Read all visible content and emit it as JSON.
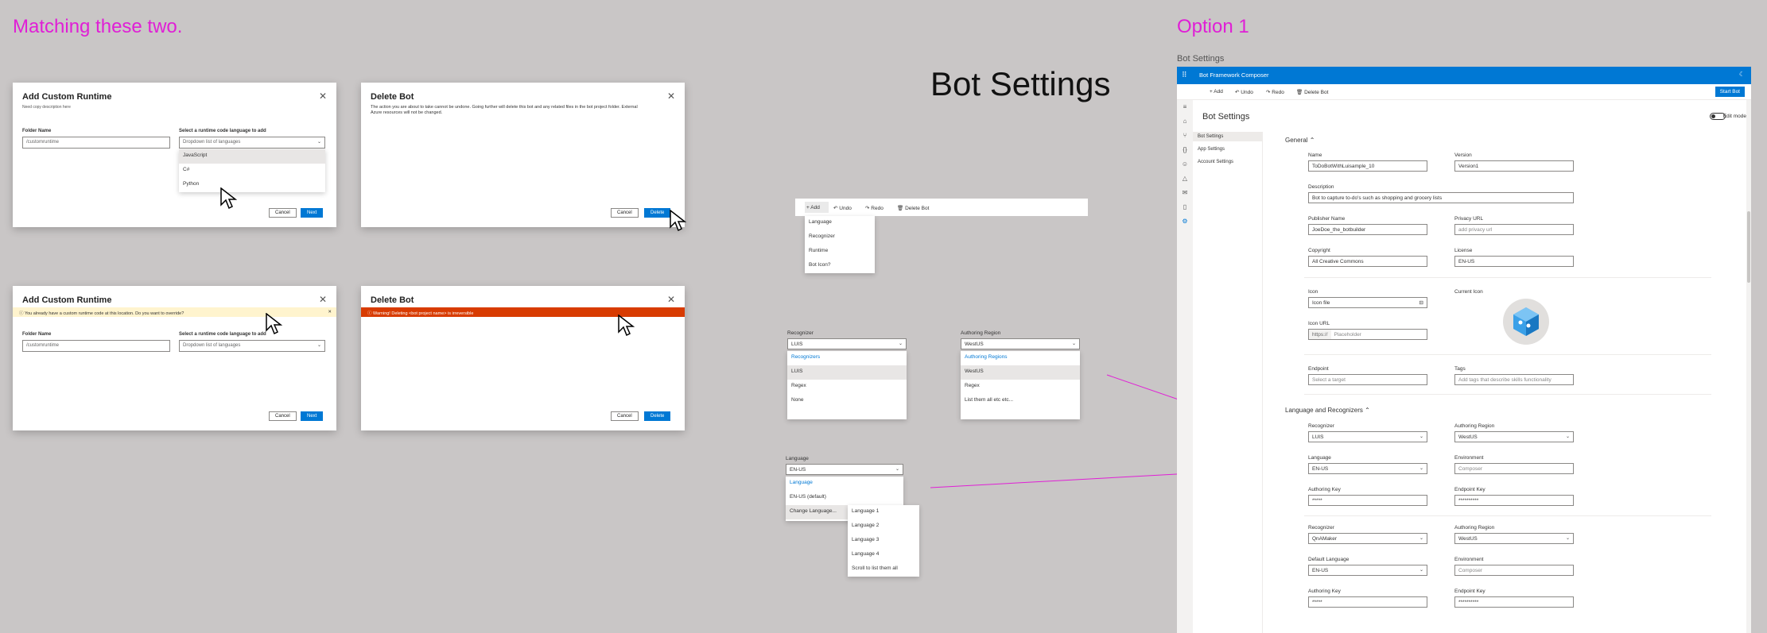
{
  "headings": {
    "left": "Matching these two.",
    "center": "Bot Settings",
    "right": "Option 1",
    "right_caption": "Bot Settings"
  },
  "colors": {
    "accent": "#0078d4",
    "annotation": "#e01fd6",
    "warning_bg": "#fff4ce",
    "error_bg": "#d83b01"
  },
  "dlg1": {
    "title": "Add Custom Runtime",
    "subtitle": "Need copy description here",
    "folder_label": "Folder Name",
    "folder_value": "/customruntime",
    "lang_label": "Select a runtime code language to add",
    "lang_value": "Dropdown list of languages",
    "options": [
      "JavaScript",
      "C#",
      "Python"
    ],
    "cancel": "Cancel",
    "next": "Next"
  },
  "dlg2": {
    "title": "Delete Bot",
    "body": "The action you are about to take cannot be undone. Going further will delete this bot and any related files in the bot project folder. External Azure resources will not be changed.",
    "cancel": "Cancel",
    "delete": "Delete"
  },
  "dlg3": {
    "title": "Add Custom Runtime",
    "warning": "You already have a custom runtime code at this location. Do you want to override?",
    "folder_label": "Folder Name",
    "folder_value": "/customruntime",
    "lang_label": "Select a runtime code language to add",
    "lang_value": "Dropdown list of languages",
    "cancel": "Cancel",
    "next": "Next"
  },
  "dlg4": {
    "title": "Delete Bot",
    "error": "Warning! Deleting <bot project name> is irreversible",
    "cancel": "Cancel",
    "delete": "Delete"
  },
  "mid_toolbar": {
    "add": "Add",
    "undo": "Undo",
    "redo": "Redo",
    "delete_bot": "Delete Bot",
    "add_menu": [
      "Language",
      "Recognizer",
      "Runtime",
      "Bot Icon?"
    ]
  },
  "recognizer_dd": {
    "label": "Recognizer",
    "value": "LUIS",
    "header": "Recognizers",
    "items": [
      "LUIS",
      "Regex",
      "None"
    ]
  },
  "region_dd": {
    "label": "Authoring Region",
    "value": "WestUS",
    "header": "Authoring Regions",
    "items": [
      "WestUS",
      "Regex",
      "List them all etc etc..."
    ]
  },
  "language_dd": {
    "label": "Language",
    "value": "EN-US",
    "header": "Language",
    "items": [
      "EN-US (default)",
      "Change Language..."
    ],
    "submenu": [
      "Language 1",
      "Language 2",
      "Language 3",
      "Language 4",
      "Scroll to list them all"
    ]
  },
  "composer": {
    "app_title": "Bot Framework Composer",
    "toolbar": {
      "add": "Add",
      "undo": "Undo",
      "redo": "Redo",
      "delete_bot": "Delete Bot",
      "start": "Start Bot"
    },
    "page_title": "Bot Settings",
    "edit_mode": "Edit mode",
    "side": [
      "Bot Settings",
      "App Settings",
      "Account Settings"
    ],
    "general": {
      "title": "General",
      "name_label": "Name",
      "name_value": "ToDoBotWithLuisample_10",
      "version_label": "Version",
      "version_value": "Version1",
      "desc_label": "Description",
      "desc_value": "Bot to capture to-do's such as shopping and grocery lists",
      "publisher_label": "Publisher Name",
      "publisher_value": "JoeDoe_the_botbuilder",
      "privacy_label": "Privacy URL",
      "privacy_value": "add privacy url",
      "copyright_label": "Copyright",
      "copyright_value": "All Creative Commons",
      "license_label": "License",
      "license_value": "EN-US",
      "icon_label": "Icon",
      "icon_value": "Icon file",
      "current_icon_label": "Current Icon",
      "icon_url_label": "Icon URL",
      "icon_url_prefix": "https://",
      "icon_url_ph": "Placeholder",
      "endpoint_label": "Endpoint",
      "endpoint_ph": "Select a target",
      "tags_label": "Tags",
      "tags_ph": "Add tags that describe skills functionality"
    },
    "lr": {
      "title": "Language and Recognizers",
      "rec1_label": "Recognizer",
      "rec1_value": "LUIS",
      "reg1_label": "Authoring Region",
      "reg1_value": "WestUS",
      "lang_label": "Language",
      "lang_value": "EN-US",
      "env1_label": "Environment",
      "env1_value": "Composer",
      "ak1_label": "Authoring Key",
      "ak1_value": "*****",
      "ek1_label": "Endpoint Key",
      "ek1_value": "**********",
      "rec2_label": "Recognizer",
      "rec2_value": "QnAMaker",
      "reg2_label": "Authoring Region",
      "reg2_value": "WestUS",
      "dlang_label": "Default Language",
      "dlang_value": "EN-US",
      "env2_label": "Environment",
      "env2_value": "Composer",
      "ak2_label": "Authoring Key",
      "ak2_value": "*****",
      "ek2_label": "Endpoint Key",
      "ek2_value": "**********"
    }
  }
}
